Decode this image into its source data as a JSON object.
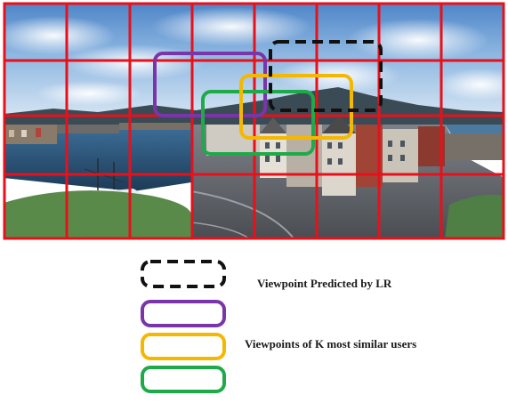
{
  "panorama": {
    "grid_rows": 4,
    "grid_cols": 8,
    "grid_color": "#e8101a",
    "icon": "equirectangular-360-panorama"
  },
  "viewports": [
    {
      "name": "lr-predicted",
      "style": "dashed",
      "color": "#111111"
    },
    {
      "name": "similar-user-1",
      "style": "solid",
      "color": "#7a35a8"
    },
    {
      "name": "similar-user-2",
      "style": "solid",
      "color": "#f5b800"
    },
    {
      "name": "similar-user-3",
      "style": "solid",
      "color": "#1faa4a"
    }
  ],
  "legend": {
    "lr_label": "Viewpoint Predicted by LR",
    "similar_label": "Viewpoints of K most similar users",
    "colors": {
      "lr": "#111111",
      "purple": "#7a35a8",
      "yellow": "#f5b800",
      "green": "#1faa4a"
    }
  }
}
